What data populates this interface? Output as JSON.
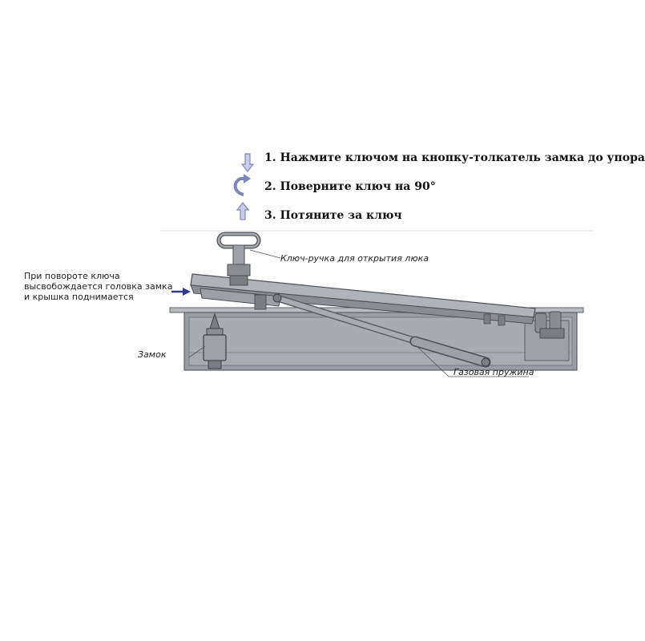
{
  "steps": [
    {
      "text": "1. Нажмите ключом на кнопку-толкатель замка до упора",
      "icon": "arrow-down-icon"
    },
    {
      "text": "2. Поверните ключ на 90°",
      "icon": "rotate-arrow-icon"
    },
    {
      "text": "3. Потяните за ключ",
      "icon": "arrow-up-icon"
    }
  ],
  "labels": {
    "key_handle": "Ключ-ручка для открытия люка",
    "release_note": [
      "При повороте ключа",
      "высвобождается головка замка",
      "и крышка поднимается"
    ],
    "lock": "Замок",
    "gas_spring": "Газовая пружина"
  },
  "colors": {
    "metal": "#8a8d91",
    "metal_dark": "#5d6064",
    "metal_light": "#b9bcc0",
    "arrow": "#7f85b8",
    "arrow_dark": "#33398a"
  }
}
